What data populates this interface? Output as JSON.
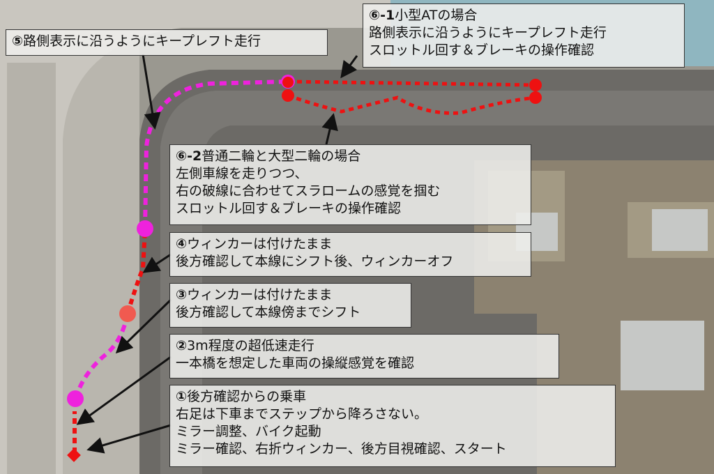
{
  "steps": {
    "step5": {
      "num": "⑤",
      "lines": [
        "路側表示に沿うようにキープレフト走行"
      ]
    },
    "step6_1": {
      "num": "⑥-1",
      "lines": [
        "小型ATの場合",
        "路側表示に沿うようにキープレフト走行",
        "スロットル回す＆ブレーキの操作確認"
      ]
    },
    "step6_2": {
      "num": "⑥-2",
      "lines": [
        "普通二輪と大型二輪の場合",
        "左側車線を走りつつ、",
        "右の破線に合わせてスラロームの感覚を掴む",
        "スロットル回す＆ブレーキの操作確認"
      ]
    },
    "step4": {
      "num": "④",
      "lines": [
        "ウィンカーは付けたまま",
        "後方確認して本線にシフト後、ウィンカーオフ"
      ]
    },
    "step3": {
      "num": "③",
      "lines": [
        "ウィンカーは付けたまま",
        "後方確認して本線傍までシフト"
      ]
    },
    "step2": {
      "num": "②",
      "lines": [
        "3m程度の超低速走行",
        "一本橋を想定した車両の操縦感覚を確認"
      ]
    },
    "step1": {
      "num": "①",
      "lines": [
        "後方確認からの乗車",
        "右足は下車までステップから降ろさない。",
        "ミラー調整、バイク起動",
        "ミラー確認、右折ウィンカー、後方目視確認、スタート"
      ]
    }
  },
  "colors": {
    "route_red": "#ee1111",
    "route_magenta": "#ee22dd",
    "marker_salmon": "#f05a50",
    "arrow": "#111111"
  }
}
